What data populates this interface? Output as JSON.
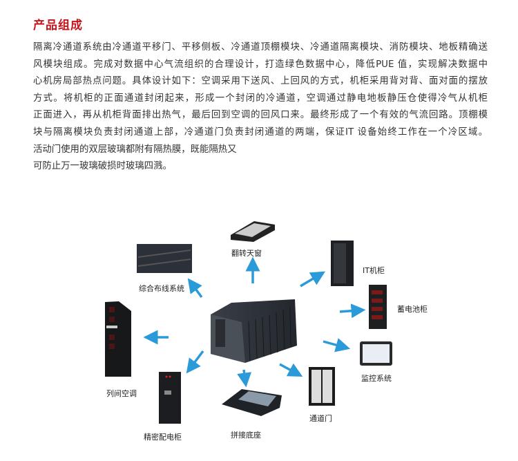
{
  "section_title": "产品组成",
  "paragraph_lines": [
    "隔离冷通道系统由冷通道平移门、平移侧板、冷通道顶棚模块、冷通道隔离模块、消防模块、地板精确送",
    "风模块组成。完成对数据中心气流组织的合理设计，打造绿色数据中心，降低PUE 值，实现解决数据中",
    "心机房局部热点问题。具体设计如下：空调采用下送风、上回风的方式，机柜采用背对背、面对面的摆放",
    "方式。将机柜的正面通道封闭起来，形成一个封闭的冷通道，空调通过静电地板静压仓使得冷气从机柜",
    "正面进入，再从机柜背面排出热气，最后回到空调的回风口来。最终形成了一个有效的气流回路。顶棚模",
    "块与隔离模块负责封闭通道上部，冷通道门负责封闭通道的两端，保证IT 设备始终工作在一个冷区域。",
    "活动门使用的双层玻璃都附有隔热膜，既能隔热又",
    "可防止万一玻璃破损时玻璃四溅。"
  ],
  "diagram": {
    "labels": {
      "skylight": "翻转天窗",
      "cabling": "综合布线系统",
      "it_cabinet": "IT机柜",
      "battery_cabinet": "蓄电池柜",
      "monitoring": "监控系统",
      "aisle_door": "通道门",
      "base": "拼接底座",
      "pdu": "精密配电柜",
      "row_ac": "列间空调"
    },
    "arrow_color": "#2a9ad8"
  }
}
